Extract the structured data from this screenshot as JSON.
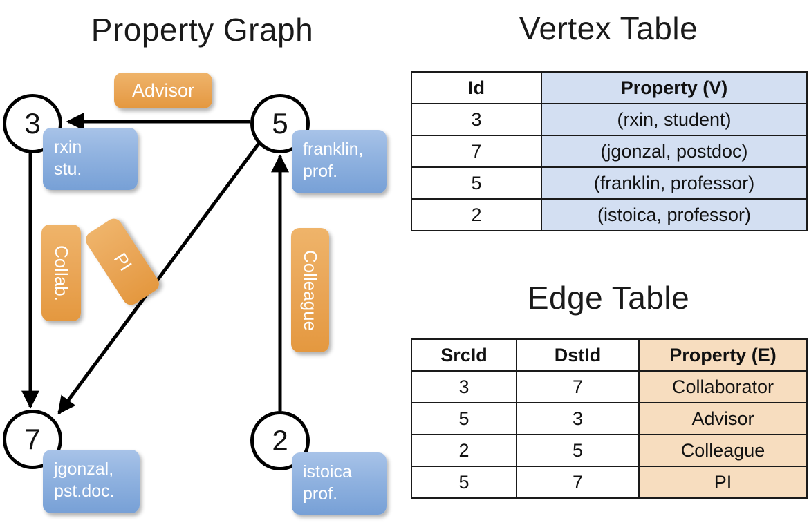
{
  "panels": {
    "graph_title": "Property Graph",
    "vertex_title": "Vertex Table",
    "edge_title": "Edge Table"
  },
  "graph": {
    "nodes": [
      {
        "id": "3",
        "property_line1": "rxin",
        "property_line2": "stu."
      },
      {
        "id": "5",
        "property_line1": "franklin,",
        "property_line2": "prof."
      },
      {
        "id": "7",
        "property_line1": "jgonzal,",
        "property_line2": "pst.doc."
      },
      {
        "id": "2",
        "property_line1": "istoica",
        "property_line2": "prof."
      }
    ],
    "edge_labels": {
      "advisor": "Advisor",
      "collab": "Collab.",
      "pi": "PI",
      "colleague": "Colleague"
    },
    "edges": [
      {
        "from": "5",
        "to": "3",
        "label": "Advisor"
      },
      {
        "from": "3",
        "to": "7",
        "label": "Collab."
      },
      {
        "from": "5",
        "to": "7",
        "label": "PI"
      },
      {
        "from": "2",
        "to": "5",
        "label": "Colleague"
      }
    ]
  },
  "vertex_table": {
    "headers": [
      "Id",
      "Property (V)"
    ],
    "rows": [
      {
        "id": "3",
        "property": "(rxin, student)"
      },
      {
        "id": "7",
        "property": "(jgonzal, postdoc)"
      },
      {
        "id": "5",
        "property": "(franklin, professor)"
      },
      {
        "id": "2",
        "property": "(istoica, professor)"
      }
    ]
  },
  "edge_table": {
    "headers": [
      "SrcId",
      "DstId",
      "Property (E)"
    ],
    "rows": [
      {
        "src": "3",
        "dst": "7",
        "property": "Collaborator"
      },
      {
        "src": "5",
        "dst": "3",
        "property": "Advisor"
      },
      {
        "src": "2",
        "dst": "5",
        "property": "Colleague"
      },
      {
        "src": "5",
        "dst": "7",
        "property": "PI"
      }
    ]
  },
  "colors": {
    "vertex_property_fill": "#d3dff2",
    "edge_property_fill": "#f7ddbf",
    "node_box_blue": "#91b3e0",
    "edge_label_orange": "#eaa759",
    "stroke": "#000000"
  }
}
